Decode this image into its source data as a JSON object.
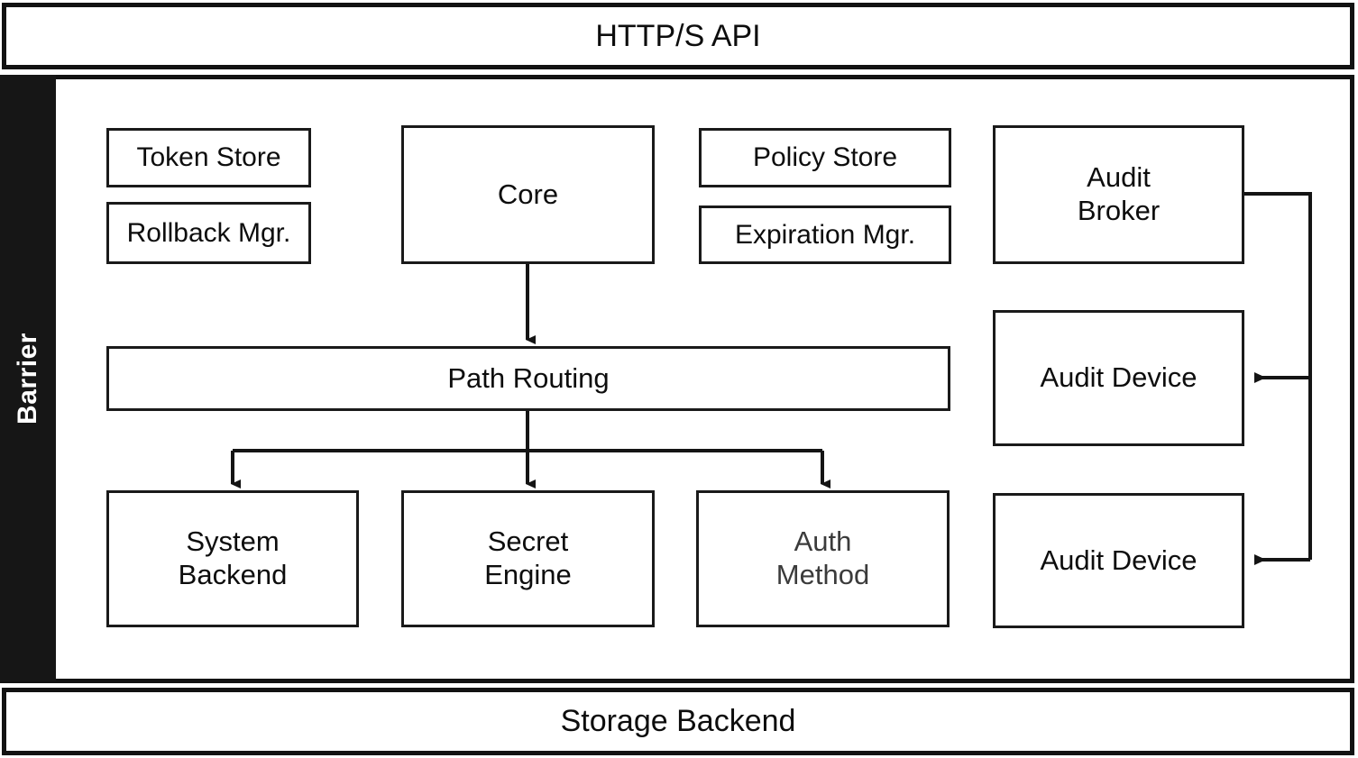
{
  "diagram": {
    "title_bar": {
      "label": "HTTP/S API"
    },
    "bottom_bar": {
      "label": "Storage Backend"
    },
    "barrier": {
      "label": "Barrier"
    },
    "nodes": [
      {
        "id": "token-store",
        "label": "Token Store"
      },
      {
        "id": "rollback-mgr",
        "label": "Rollback Mgr."
      },
      {
        "id": "core",
        "label": "Core"
      },
      {
        "id": "policy-store",
        "label": "Policy Store"
      },
      {
        "id": "expiration-mgr",
        "label": "Expiration Mgr."
      },
      {
        "id": "audit-broker",
        "label": "Audit\nBroker"
      },
      {
        "id": "path-routing",
        "label": "Path Routing"
      },
      {
        "id": "system-backend",
        "label": "System\nBackend"
      },
      {
        "id": "secret-engine",
        "label": "Secret\nEngine"
      },
      {
        "id": "auth-method",
        "label": "Auth\nMethod"
      },
      {
        "id": "audit-device-1",
        "label": "Audit Device"
      },
      {
        "id": "audit-device-2",
        "label": "Audit Device"
      }
    ],
    "edges": [
      {
        "from": "core",
        "to": "path-routing",
        "style": "arrow-down"
      },
      {
        "from": "path-routing",
        "to": "system-backend",
        "style": "arrow-down-branch"
      },
      {
        "from": "path-routing",
        "to": "secret-engine",
        "style": "arrow-down-branch"
      },
      {
        "from": "path-routing",
        "to": "auth-method",
        "style": "arrow-down-branch"
      },
      {
        "from": "audit-broker",
        "to": "audit-device-1",
        "style": "arrow-left-elbow"
      },
      {
        "from": "audit-broker",
        "to": "audit-device-2",
        "style": "arrow-left-elbow"
      }
    ],
    "colors": {
      "stroke": "#1a1a1a",
      "barrier_fill": "#161616",
      "barrier_text": "#ffffff",
      "node_text": "#0d0d0d",
      "auth_method_text": "#3b3b3b",
      "background": "#ffffff"
    }
  }
}
